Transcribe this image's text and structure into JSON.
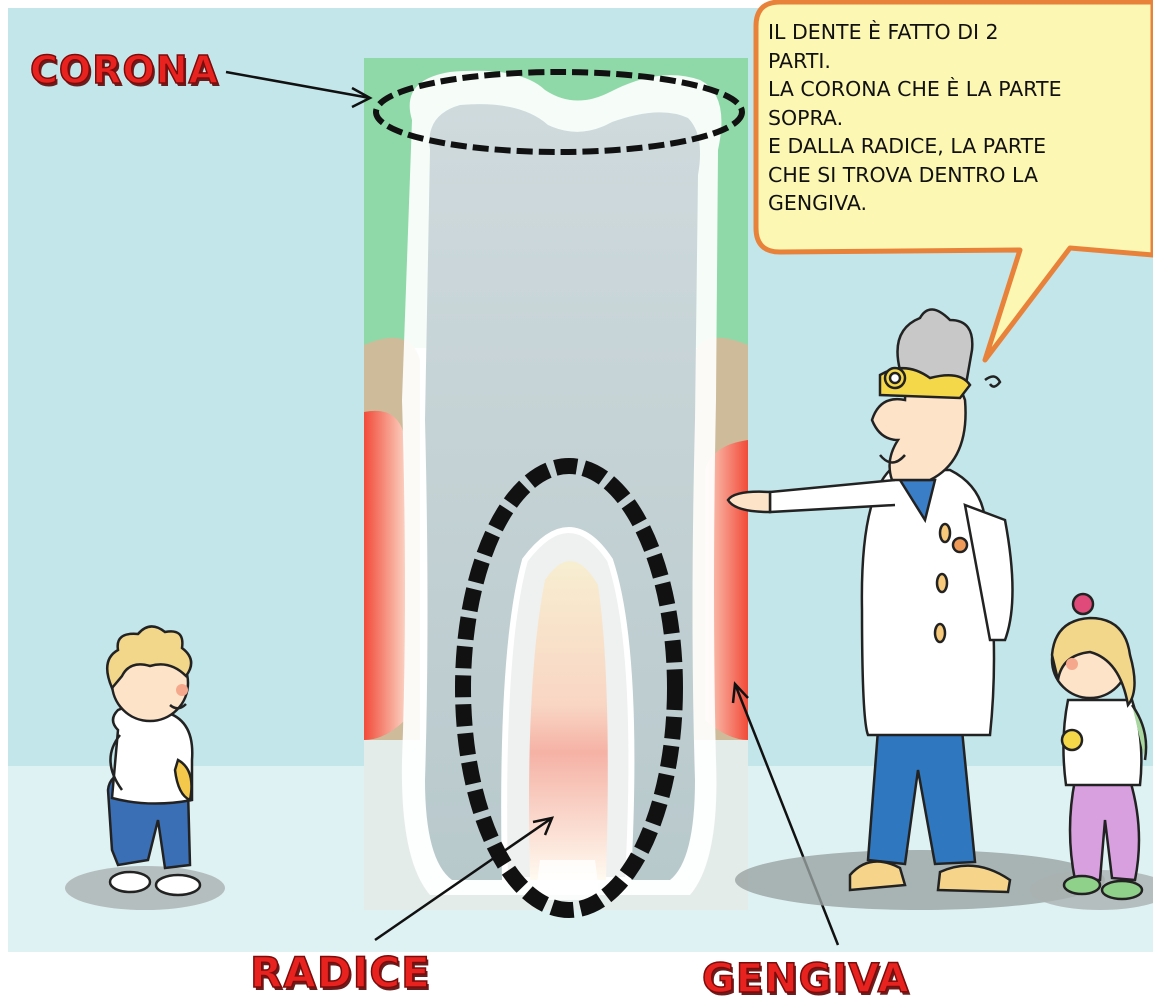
{
  "labels": {
    "corona": "CORONA",
    "radice": "RADICE",
    "gengiva": "GENGIVA"
  },
  "speech_bubble": {
    "text": "IL DENTE È FATTO DI 2\nPARTI.\n LA CORONA CHE È LA PARTE\nSOPRA.\nE DALLA RADICE, LA PARTE\nCHE SI TROVA DENTRO LA\nGENGIVA."
  },
  "colors": {
    "background_wall": "#c3e6ea",
    "floor": "#dff2f3",
    "gum_green": "#8fd9a8",
    "gum_red": "#ef4a3a",
    "bone_tan": "#cdbb9a",
    "label_red": "#e8231f",
    "bubble_fill": "#fdf7b4",
    "bubble_border": "#e8823a"
  }
}
